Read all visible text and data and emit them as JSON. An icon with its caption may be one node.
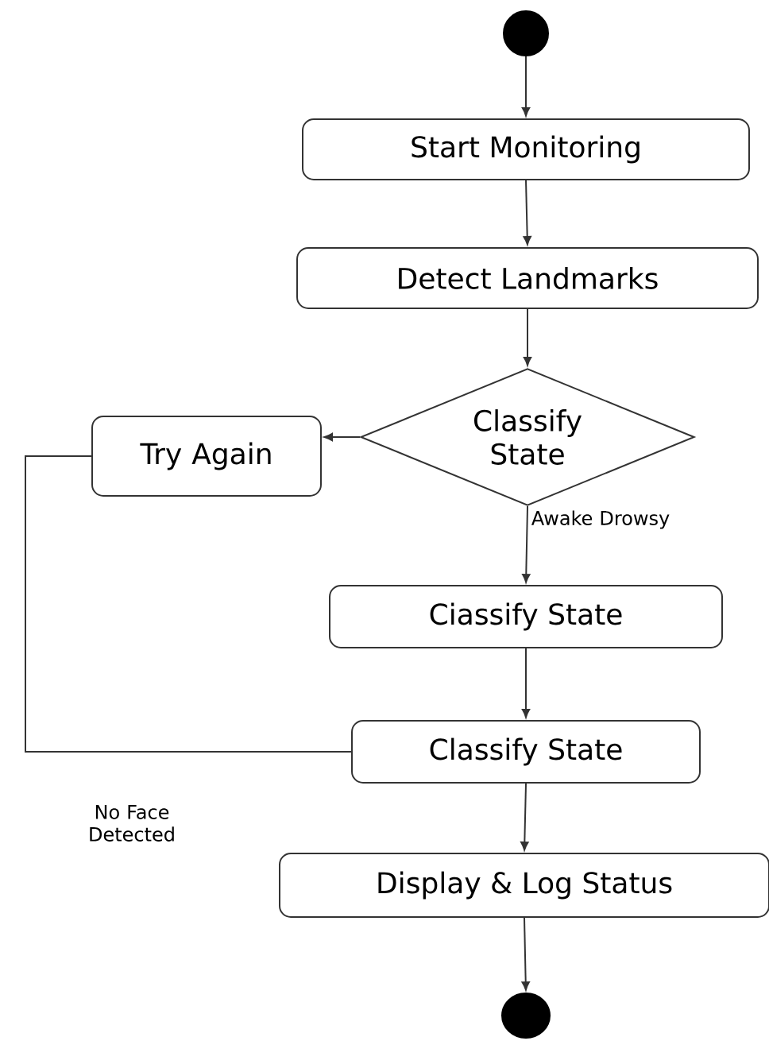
{
  "diagram": {
    "nodes": [
      {
        "text": [],
        "shape": "circle"
      },
      {
        "text": [
          "Start Monitoring"
        ]
      },
      {
        "text": [
          "Detect Landmarks"
        ]
      },
      {
        "text": [
          "Classify State"
        ]
      },
      {
        "text": [
          "Try Again"
        ]
      },
      {
        "text": [
          "Ciassify State"
        ]
      },
      {
        "text": [
          "Classify State"
        ]
      },
      {
        "text": [
          "Display & Log Status"
        ]
      },
      {
        "text": [],
        "shape": "circle"
      }
    ],
    "edges": [
      {
        "from": 0,
        "to": 1,
        "arrow": "to"
      },
      {
        "from": 1,
        "to": 2,
        "arrow": "to"
      },
      {
        "from": 2,
        "to": 3,
        "arrow": "to"
      },
      {
        "from": 3,
        "to": 4,
        "arrow": "to"
      },
      {
        "from": 3,
        "to": 5,
        "arrow": "to",
        "label": "Awake Drowsy"
      },
      {
        "from": 5,
        "to": 6,
        "arrow": "to"
      },
      {
        "from": 6,
        "to": 4,
        "arrow": "none",
        "label": "No Face Detected"
      },
      {
        "from": 6,
        "to": 7,
        "arrow": "to"
      },
      {
        "from": 7,
        "to": 8,
        "arrow": "to"
      }
    ]
  }
}
